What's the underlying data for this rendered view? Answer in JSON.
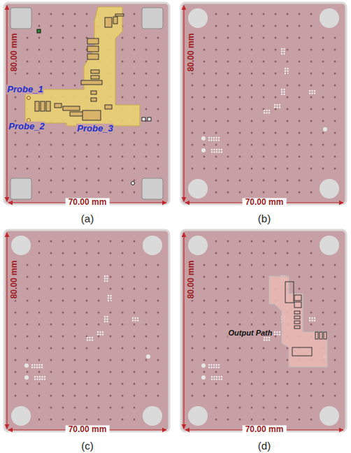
{
  "diagram": {
    "labels": [
      "80.00 mm",
      "Probe_1",
      "Probe_2",
      "Probe_3",
      "70.00 mm",
      "(a)",
      "80.00 mm",
      "70.00 mm",
      "(b)",
      "80.00 mm",
      "Output Path",
      "70.00 mm",
      "(c)",
      "80.00 mm",
      "70.00 mm",
      "(d)"
    ]
  }
}
